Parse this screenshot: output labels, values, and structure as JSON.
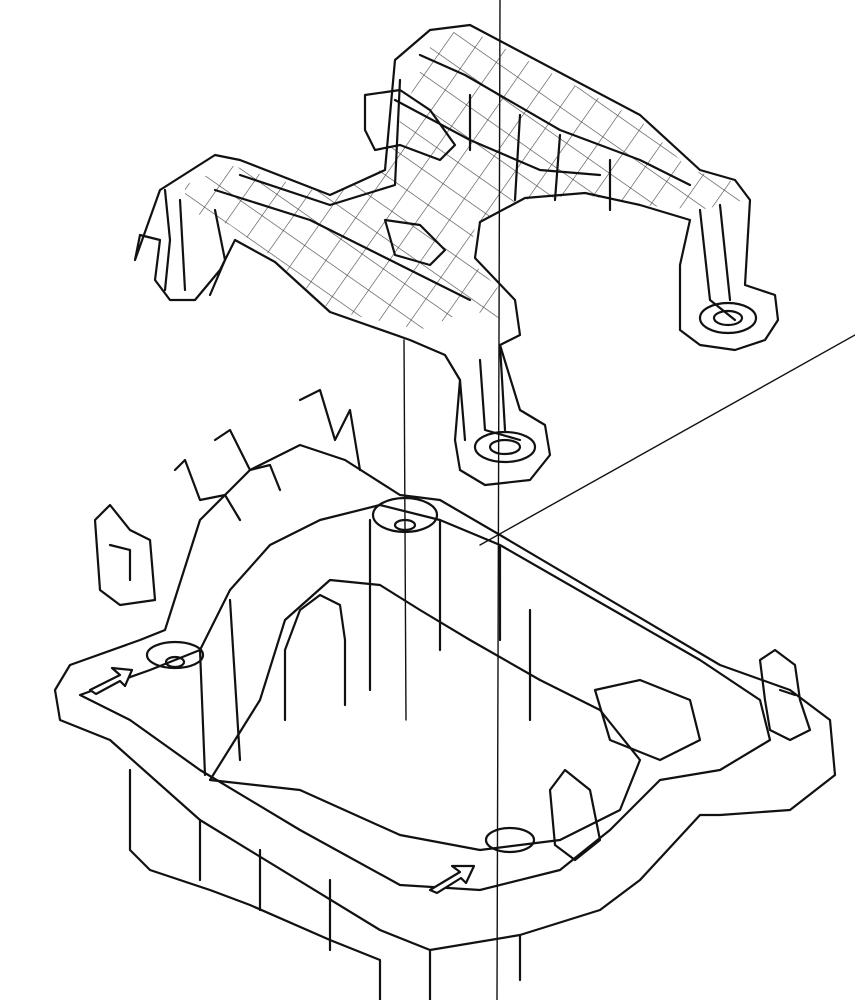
{
  "diagram": {
    "kind": "exploded-parts-illustration",
    "parts": [
      "upper-bracket",
      "lower-tray"
    ],
    "colors": {
      "background": "#ffffff",
      "line": "#111111",
      "hatch": "#333333"
    }
  }
}
